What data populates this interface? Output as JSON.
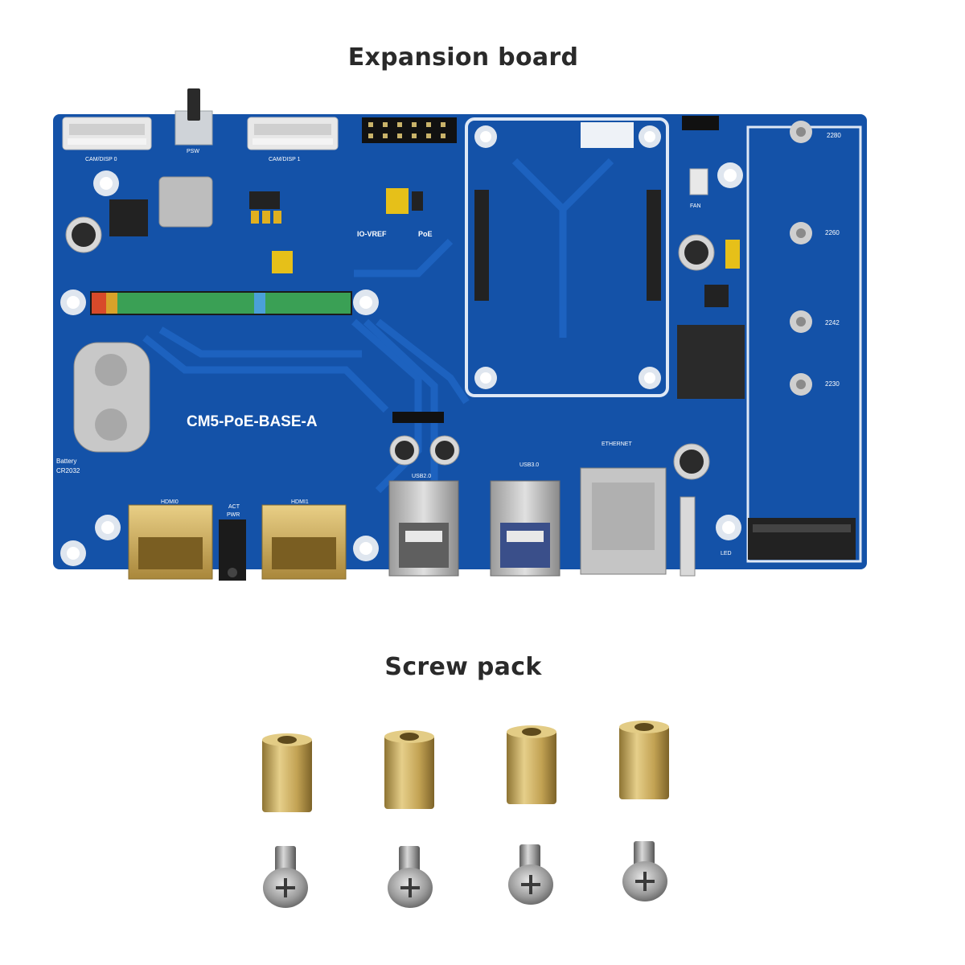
{
  "headings": {
    "board": "Expansion board",
    "screws": "Screw pack"
  },
  "board": {
    "model": "CM5-PoE-BASE-A",
    "labels": {
      "cam0": "CAM/DISP 0",
      "cam1": "CAM/DISP 1",
      "pwr_btn": "PSW",
      "io_vref": "IO-VREF",
      "poe": "PoE",
      "fan": "FAN",
      "battery": "Battery",
      "battery_model": "CR2032",
      "hdmi0": "HDMI0",
      "hdmi1": "HDMI1",
      "act": "ACT",
      "pwr": "PWR",
      "usb20": "USB2.0",
      "usb30": "USB3.0",
      "ethernet": "ETHERNET",
      "led": "LED",
      "m2_2280": "2280",
      "m2_2260": "2260",
      "m2_2242": "2242",
      "m2_2230": "2230"
    }
  },
  "colors": {
    "pcb": "#1452a8",
    "pcb_trace": "#1e64c2",
    "brass": "#c9a95a",
    "steel": "#9a9a9a",
    "heading": "#2a2a2a"
  },
  "screw_pack": {
    "standoffs": 4,
    "screws": 4
  }
}
